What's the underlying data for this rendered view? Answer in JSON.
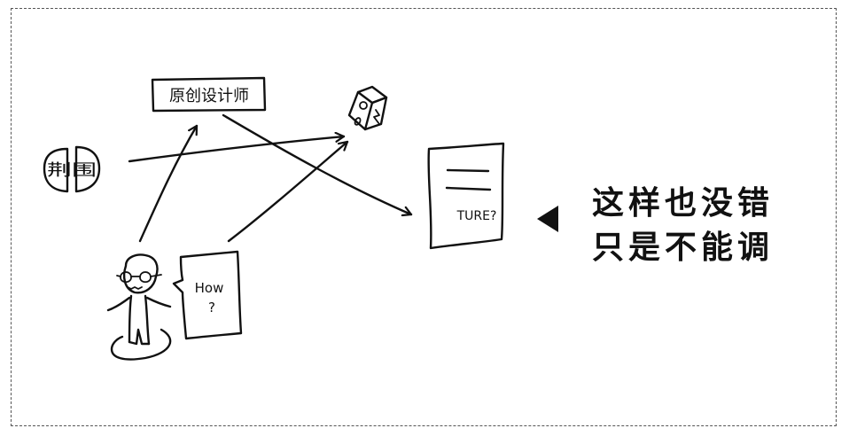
{
  "designer_label": "原创设计师",
  "left_label": "荆围",
  "document_label": "TURE?",
  "speech_bubble": {
    "line1": "How",
    "line2": "?"
  },
  "caption": {
    "line1": "这样也没错",
    "line2": "只是不能调"
  },
  "icons": {
    "pointer": "left-triangle-pointer",
    "box": "cube-box-with-smiley"
  }
}
